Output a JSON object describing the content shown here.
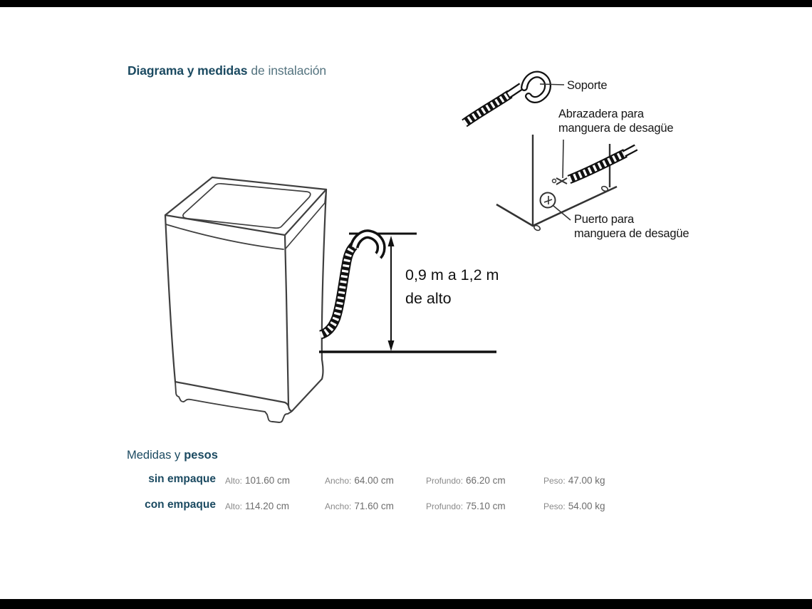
{
  "title": {
    "bold": "Diagrama y medidas",
    "regular": "de instalación"
  },
  "installation_diagram": {
    "height_note_line1": "0,9 m a 1,2 m",
    "height_note_line2": "de alto",
    "labels": {
      "soporte": "Soporte",
      "abrazadera_line1": "Abrazadera para",
      "abrazadera_line2": "manguera de desagüe",
      "puerto_line1": "Puerto para",
      "puerto_line2": "manguera de desagüe"
    }
  },
  "measurements": {
    "heading_regular": "Medidas y",
    "heading_bold": "pesos",
    "rows": [
      {
        "label": "sin empaque",
        "alto_label": "Alto:",
        "alto_value": "101.60 cm",
        "ancho_label": "Ancho:",
        "ancho_value": "64.00 cm",
        "profundo_label": "Profundo:",
        "profundo_value": "66.20 cm",
        "peso_label": "Peso:",
        "peso_value": "47.00 kg"
      },
      {
        "label": "con empaque",
        "alto_label": "Alto:",
        "alto_value": "114.20 cm",
        "ancho_label": "Ancho:",
        "ancho_value": "71.60 cm",
        "profundo_label": "Profundo:",
        "profundo_value": "75.10 cm",
        "peso_label": "Peso:",
        "peso_value": "54.00 kg"
      }
    ]
  },
  "colors": {
    "accent_dark": "#1b4a61",
    "accent_light": "#54737f",
    "value_gray": "#6d6d6d",
    "label_gray": "#8a8a8a",
    "line_black": "#111111",
    "machine_line": "#3f3f3f",
    "letterbox": "#000000"
  }
}
